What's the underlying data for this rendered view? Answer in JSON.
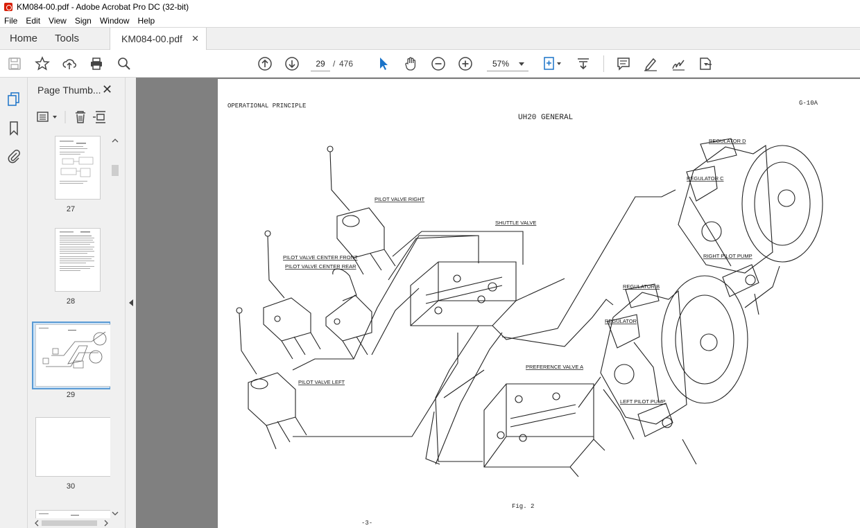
{
  "window": {
    "title": "KM084-00.pdf - Adobe Acrobat Pro DC (32-bit)"
  },
  "menu": [
    "File",
    "Edit",
    "View",
    "Sign",
    "Window",
    "Help"
  ],
  "tabs": {
    "home": "Home",
    "tools": "Tools",
    "document": "KM084-00.pdf",
    "close_glyph": "✕"
  },
  "toolbar": {
    "current_page": "29",
    "separator": "/",
    "total_pages": "476",
    "zoom": "57%"
  },
  "thumbnail_panel": {
    "title": "Page Thumb...",
    "close_glyph": "✕",
    "pages": [
      {
        "label": "27"
      },
      {
        "label": "28"
      },
      {
        "label": "29",
        "selected": true
      },
      {
        "label": "30"
      }
    ]
  },
  "document": {
    "header_left": "OPERATIONAL PRINCIPLE",
    "header_right": "G-10A",
    "heading": "UH20 GENERAL",
    "figure_caption": "Fig. 2",
    "page_number": "-3-",
    "labels": {
      "pilot_valve_right": "PILOT VALVE RIGHT",
      "shuttle_valve": "SHUTTLE VALVE",
      "pilot_valve_center_front": "PILOT VALVE CENTER FRONT",
      "pilot_valve_center_rear": "PILOT VALVE CENTER REAR",
      "pilot_valve_left": "PILOT VALVE LEFT",
      "preference_valve": "PREFERENCE VALVE A",
      "regulator_d": "REGULATOR D",
      "regulator_c": "REGULATOR C",
      "right_pilot_pump": "RIGHT PILOT PUMP",
      "regulator_b": "REGULATOR B",
      "regulator": "REGULATOR",
      "left_pilot_pump": "LEFT PILOT PUMP"
    }
  },
  "colors": {
    "accent": "#1a73c8",
    "selection": "#cfe3f5",
    "doc_background": "#808080"
  }
}
